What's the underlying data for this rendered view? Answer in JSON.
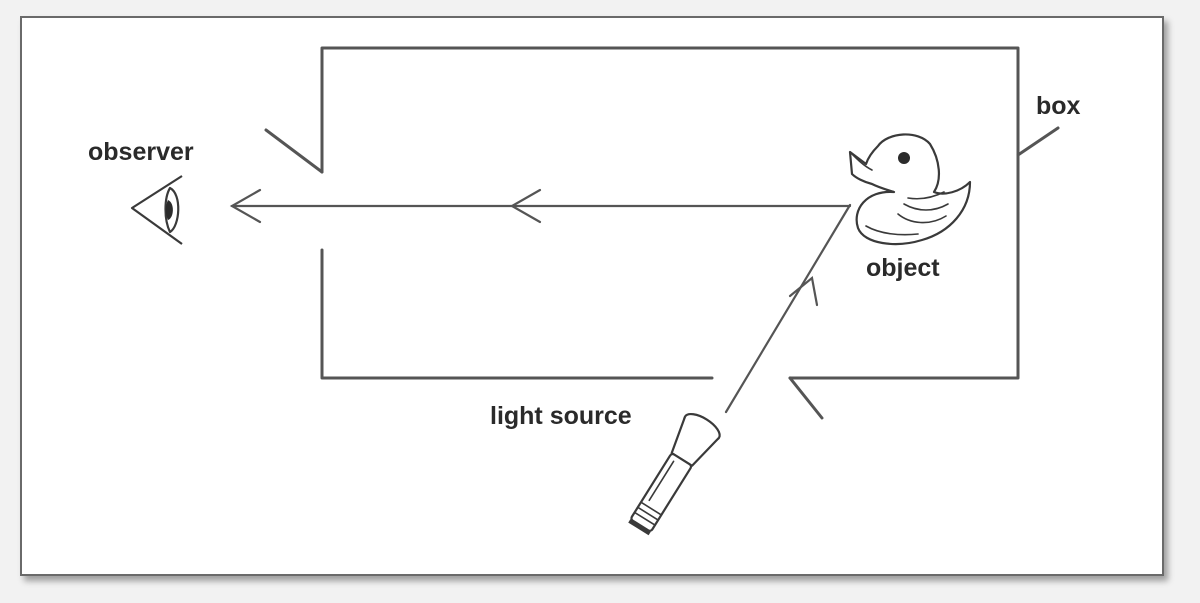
{
  "labels": {
    "observer": "observer",
    "box": "box",
    "object": "object",
    "light_source": "light source"
  },
  "icons": {
    "observer": "eye-icon",
    "object": "rubber-duck-icon",
    "light_source": "flashlight-icon"
  },
  "colors": {
    "line": "#555555",
    "text": "#2a2a2a",
    "frame": "#6a6a6a"
  }
}
